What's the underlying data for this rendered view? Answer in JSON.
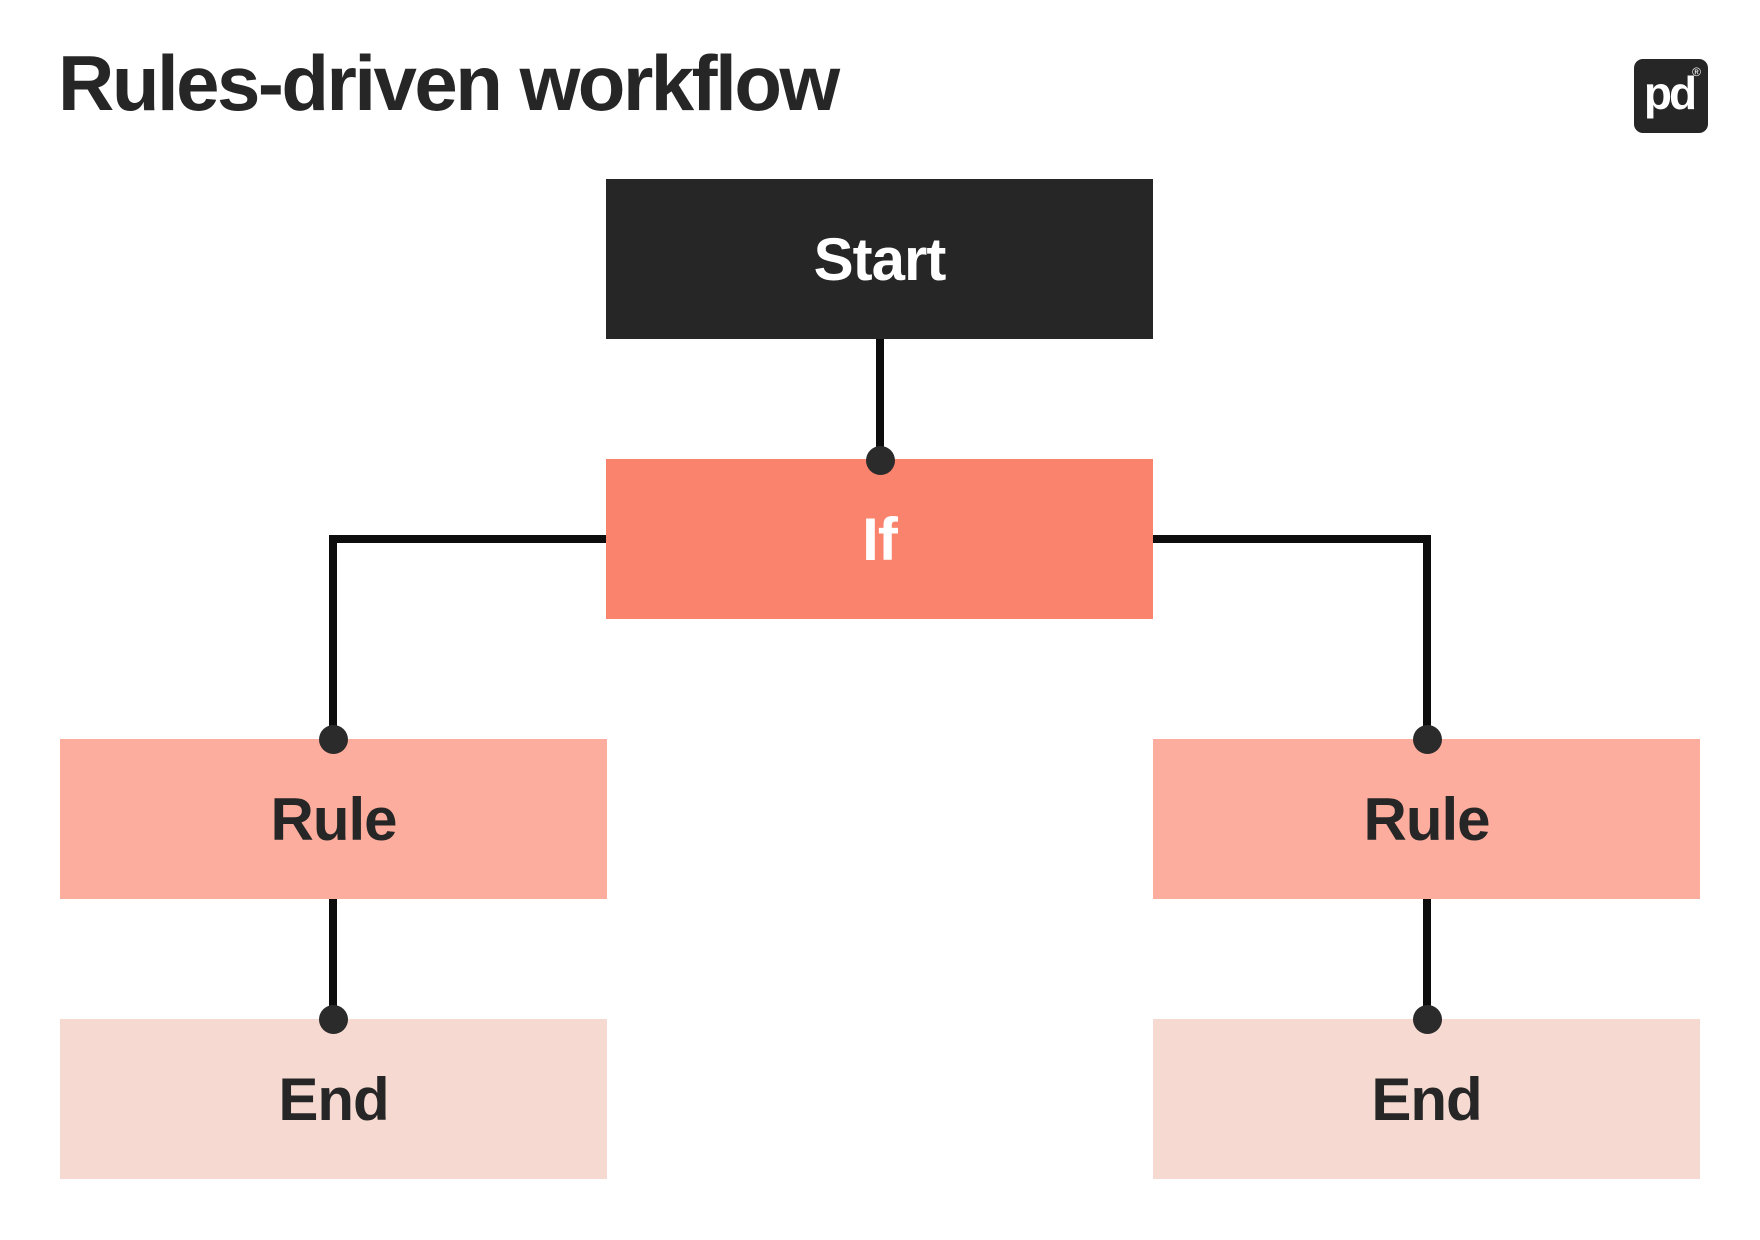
{
  "header": {
    "title": "Rules-driven workflow",
    "logo": {
      "text": "pd",
      "registered": "®"
    }
  },
  "diagram": {
    "background": "#ffffff",
    "connector_color": "#0d0d0d",
    "dot_color": "#2b2b2b",
    "nodes": [
      {
        "id": "start",
        "label": "Start",
        "color": "#262626",
        "text_color": "#ffffff"
      },
      {
        "id": "if",
        "label": "If",
        "color": "#FA836D",
        "text_color": "#ffffff"
      },
      {
        "id": "rule_left",
        "label": "Rule",
        "color": "#FCAD9D",
        "text_color": "#262626"
      },
      {
        "id": "rule_right",
        "label": "Rule",
        "color": "#FCAD9D",
        "text_color": "#262626"
      },
      {
        "id": "end_left",
        "label": "End",
        "color": "#F6DAD2",
        "text_color": "#262626"
      },
      {
        "id": "end_right",
        "label": "End",
        "color": "#F6DAD2",
        "text_color": "#262626"
      }
    ],
    "edges": [
      {
        "from": "start",
        "to": "if"
      },
      {
        "from": "if",
        "to": "rule_left"
      },
      {
        "from": "if",
        "to": "rule_right"
      },
      {
        "from": "rule_left",
        "to": "end_left"
      },
      {
        "from": "rule_right",
        "to": "end_right"
      }
    ]
  }
}
